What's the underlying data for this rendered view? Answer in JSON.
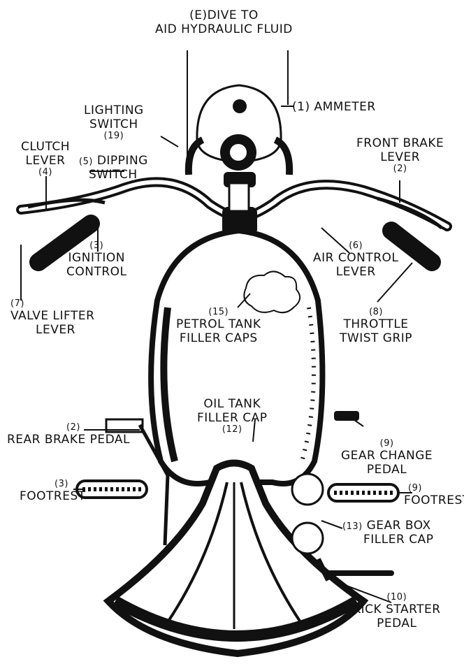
{
  "labels": {
    "hydraulic_l1": "(E)DIVE TO",
    "hydraulic_l2": "AID HYDRAULIC FLUID",
    "ammeter": "(1) AMMETER",
    "lighting_num": "(19)",
    "lighting_l1": "LIGHTING",
    "lighting_l2": "SWITCH",
    "clutch_l1": "CLUTCH",
    "clutch_l2": "LEVER",
    "clutch_num": "(4)",
    "dipping_num": "(5)",
    "dipping_l1": "DIPPING",
    "dipping_l2": "SWITCH",
    "front_brake_l1": "FRONT BRAKE",
    "front_brake_l2": "LEVER",
    "front_brake_num": "(2)",
    "ignition_num": "(3)",
    "ignition_l1": "IGNITION",
    "ignition_l2": "CONTROL",
    "air_num": "(6)",
    "air_l1": "AIR CONTROL",
    "air_l2": "LEVER",
    "valve_num": "(7)",
    "valve_l1": "VALVE LIFTER",
    "valve_l2": "LEVER",
    "petrol_num": "(15)",
    "petrol_l1": "PETROL TANK",
    "petrol_l2": "FILLER CAPS",
    "throttle_num": "(8)",
    "throttle_l1": "THROTTLE",
    "throttle_l2": "TWIST GRIP",
    "oil_l1": "OIL TANK",
    "oil_l2": "FILLER CAP",
    "oil_num": "(12)",
    "rear_brake_num": "(2)",
    "rear_brake": "REAR BRAKE PEDAL",
    "gear_change_num": "(9)",
    "gear_change_l1": "GEAR CHANGE",
    "gear_change_l2": "PEDAL",
    "footrest_left_num": "(3)",
    "footrest_left": "FOOTREST",
    "footrest_right_num": "(9)",
    "footrest_right": "FOOTREST",
    "gearbox_num": "(13)",
    "gearbox_l1": "GEAR BOX",
    "gearbox_l2": "FILLER CAP",
    "kick_num": "(10)",
    "kick_l1": "KICK STARTER",
    "kick_l2": "PEDAL"
  },
  "colors": {
    "ink": "#111111",
    "paper": "#ffffff"
  }
}
